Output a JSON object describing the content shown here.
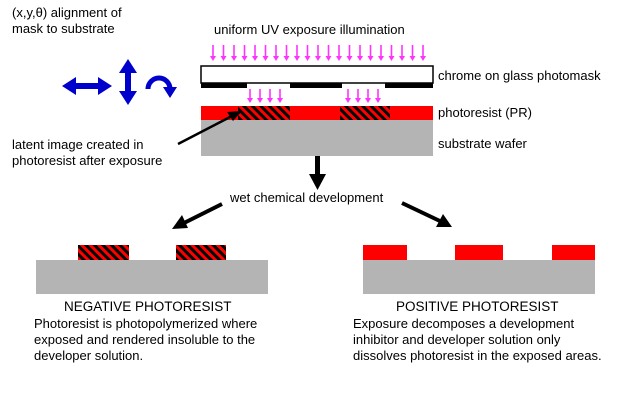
{
  "labels": {
    "alignment_line1": "(x,y,θ) alignment of",
    "alignment_line2": "mask to substrate",
    "uv_illumination": "uniform UV exposure illumination",
    "photomask": "chrome on glass photomask",
    "photoresist": "photoresist (PR)",
    "substrate": "substrate wafer",
    "latent_line1": "latent image created in",
    "latent_line2": "photoresist after exposure",
    "development": "wet chemical development"
  },
  "negative": {
    "title": "NEGATIVE PHOTORESIST",
    "desc_line1": "Photoresist is photopolymerized where",
    "desc_line2": "exposed and rendered insoluble to the",
    "desc_line3": "developer solution."
  },
  "positive": {
    "title": "POSITIVE PHOTORESIST",
    "desc_line1": "Exposure decomposes a development",
    "desc_line2": "inhibitor and developer solution only",
    "desc_line3": "dissolves photoresist in the exposed areas."
  },
  "colors": {
    "resist_red": "#ff0000",
    "substrate_gray": "#b4b4b4",
    "uv_magenta": "#ff33ff",
    "arrow_blue": "#0000cc",
    "chrome_black": "#000000"
  },
  "icons": {
    "horizontal": "double-headed-horizontal-arrow",
    "vertical": "double-headed-vertical-arrow",
    "rotation": "curved-rotation-arrow"
  }
}
